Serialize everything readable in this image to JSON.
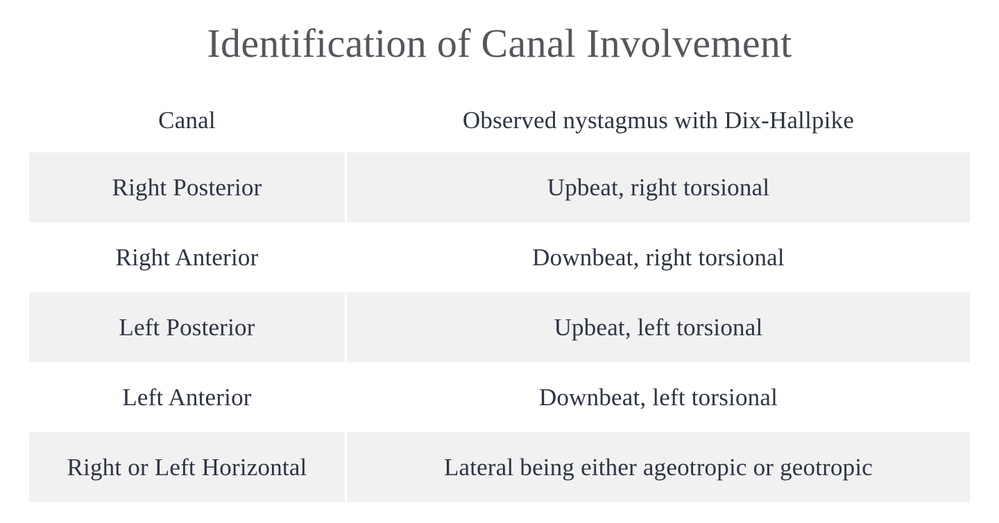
{
  "page": {
    "title": "Identification of Canal Involvement"
  },
  "table": {
    "header": {
      "canal": "Canal",
      "nystagmus": "Observed nystagmus with Dix-Hallpike"
    },
    "rows": [
      {
        "canal": "Right Posterior",
        "nystagmus": "Upbeat, right torsional"
      },
      {
        "canal": "Right Anterior",
        "nystagmus": "Downbeat, right torsional"
      },
      {
        "canal": "Left Posterior",
        "nystagmus": "Upbeat, left torsional"
      },
      {
        "canal": "Left Anterior",
        "nystagmus": "Downbeat, left torsional"
      },
      {
        "canal": "Right or Left Horizontal",
        "nystagmus": "Lateral being either ageotropic or geotropic"
      }
    ]
  },
  "colors": {
    "background": "#ffffff",
    "stripe": "#f1f1f2",
    "body_text": "#2d3442",
    "title_text": "#54585c"
  },
  "chart_data": {
    "type": "table",
    "title": "Identification of Canal Involvement",
    "columns": [
      "Canal",
      "Observed nystagmus with Dix-Hallpike"
    ],
    "rows": [
      [
        "Right Posterior",
        "Upbeat, right torsional"
      ],
      [
        "Right Anterior",
        "Downbeat, right torsional"
      ],
      [
        "Left Posterior",
        "Upbeat, left torsional"
      ],
      [
        "Left Anterior",
        "Downbeat, left torsional"
      ],
      [
        "Right or Left Horizontal",
        "Lateral being either ageotropic or geotropic"
      ]
    ],
    "layout": {
      "striped_rows": [
        1,
        3,
        5
      ],
      "header_background": "none",
      "column_width_ratio": [
        0.335,
        0.665
      ],
      "text_align": "center",
      "gridlines": "none"
    }
  }
}
